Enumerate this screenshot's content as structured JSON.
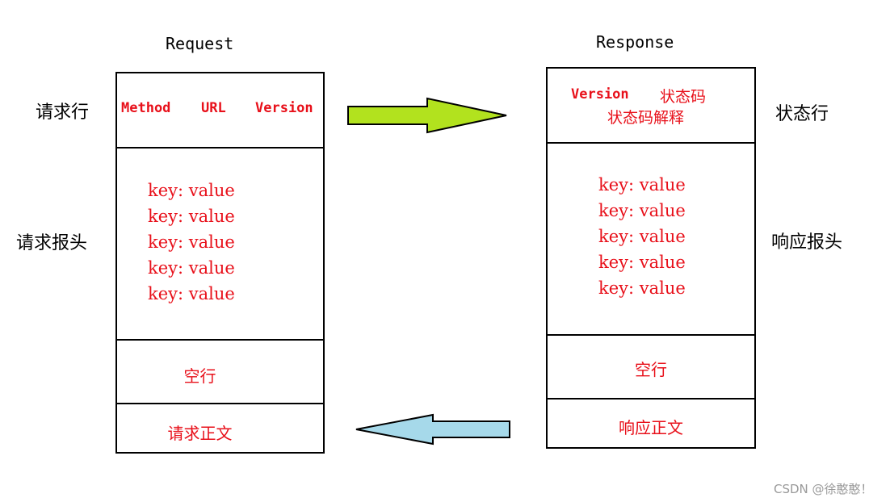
{
  "request": {
    "title": "Request",
    "line_label": "请求行",
    "header_label": "请求报头",
    "method": "Method",
    "url": "URL",
    "version": "Version",
    "headers": [
      "key: value",
      "key: value",
      "key: value",
      "key: value",
      "key: value"
    ],
    "blank_line": "空行",
    "body": "请求正文"
  },
  "response": {
    "title": "Response",
    "line_label": "状态行",
    "header_label": "响应报头",
    "version": "Version",
    "status_code": "状态码",
    "status_desc": "状态码解释",
    "headers": [
      "key: value",
      "key: value",
      "key: value",
      "key: value",
      "key: value"
    ],
    "blank_line": "空行",
    "body": "响应正文"
  },
  "arrows": {
    "forward_color": "#b2e21e",
    "backward_color": "#a6d9ea"
  },
  "watermark": "CSDN @徐憨憨！"
}
